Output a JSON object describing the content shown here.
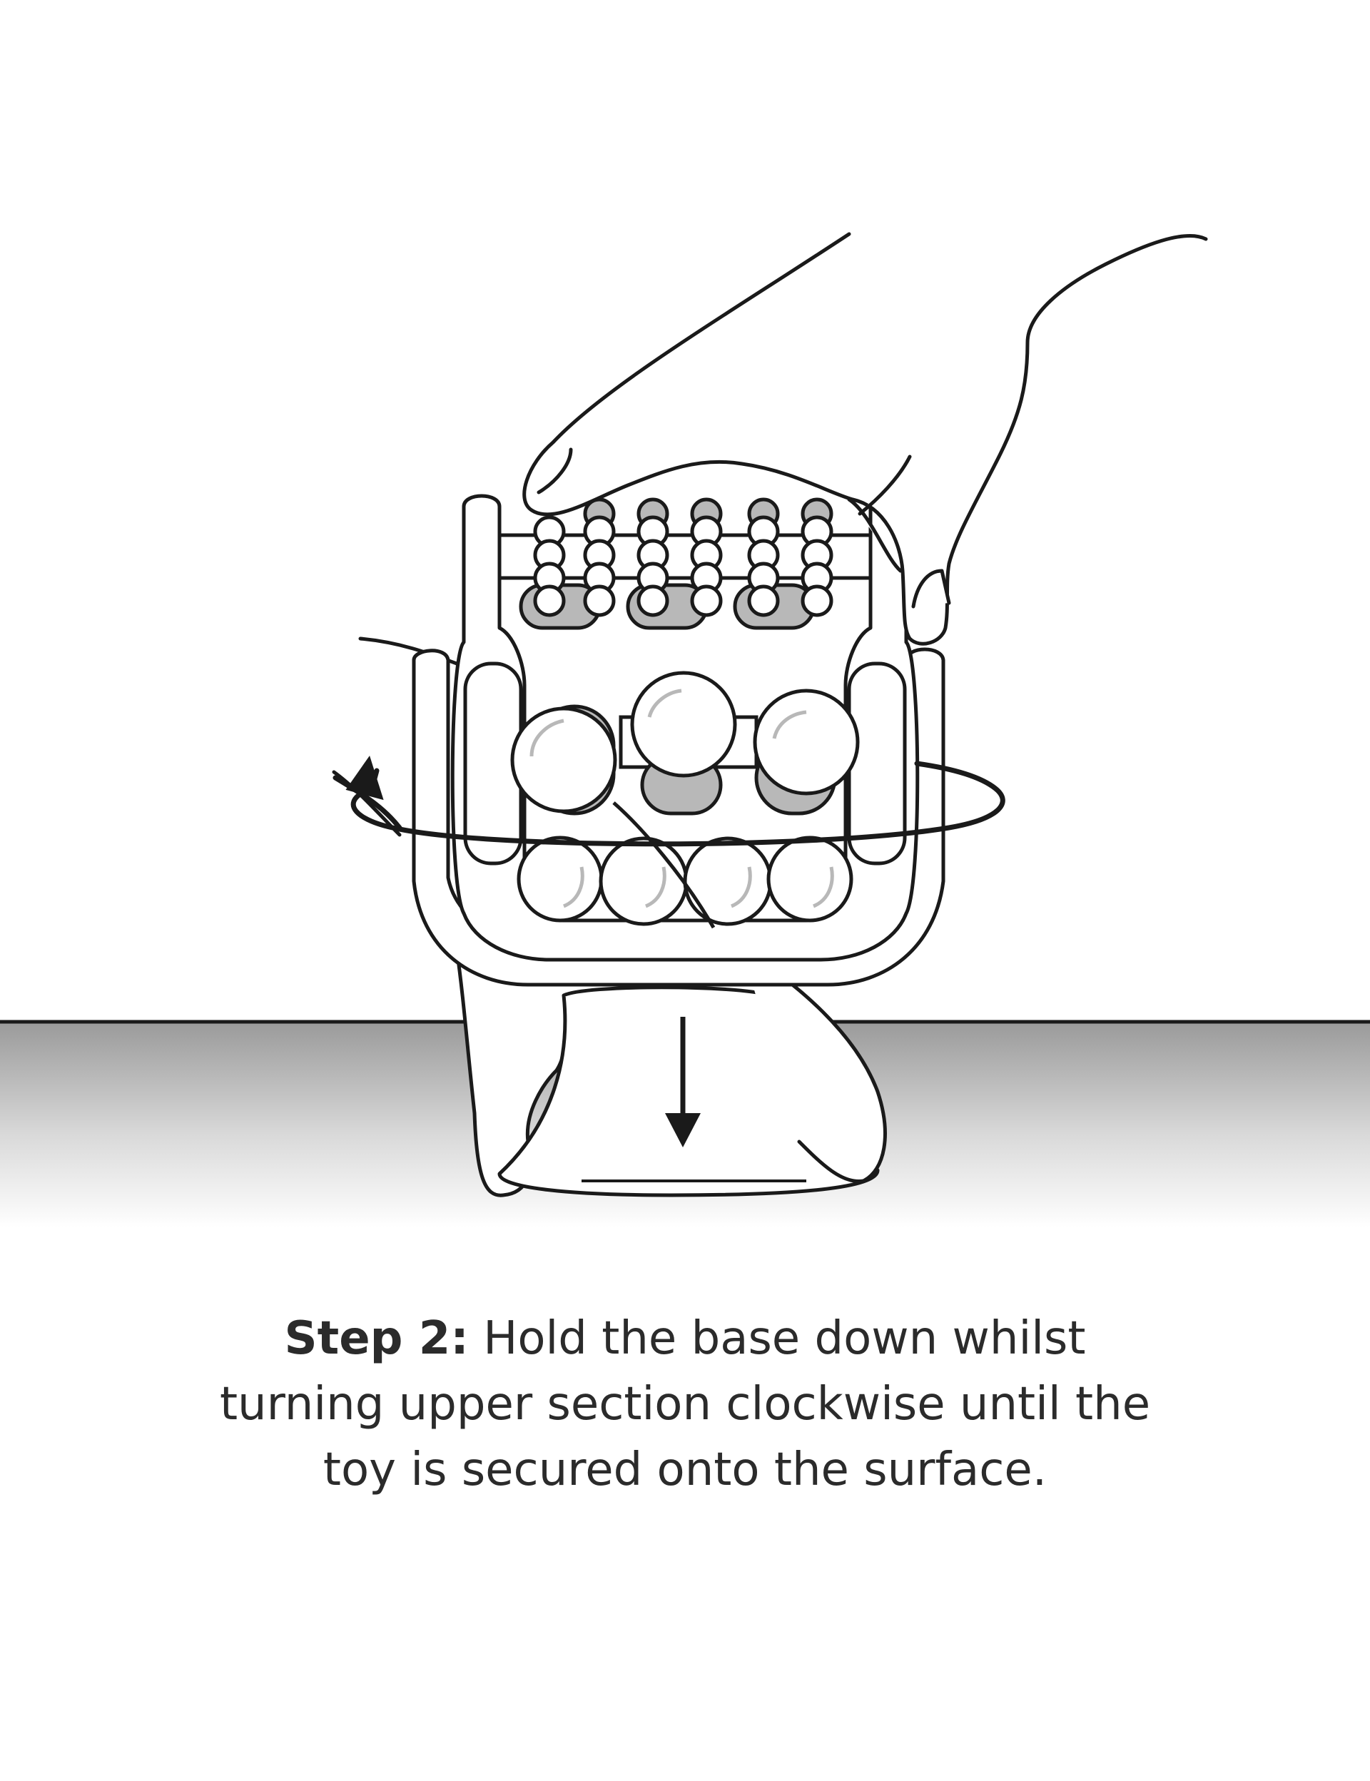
{
  "instruction": {
    "step_label": "Step 2:",
    "lines": [
      "Hold the base down whilst",
      "turning upper section clockwise until the",
      "toy is secured onto the surface."
    ]
  },
  "illustration": {
    "icons": [
      "hand-icon",
      "rotate-clockwise-arrow-icon",
      "down-arrow-icon",
      "massage-roller-toy-icon",
      "suction-base-icon"
    ],
    "colors": {
      "line": "#1a1a1a",
      "shade": "#b8b8b8",
      "surface_top": "#9a9a9a",
      "surface_bottom": "#ffffff"
    }
  }
}
